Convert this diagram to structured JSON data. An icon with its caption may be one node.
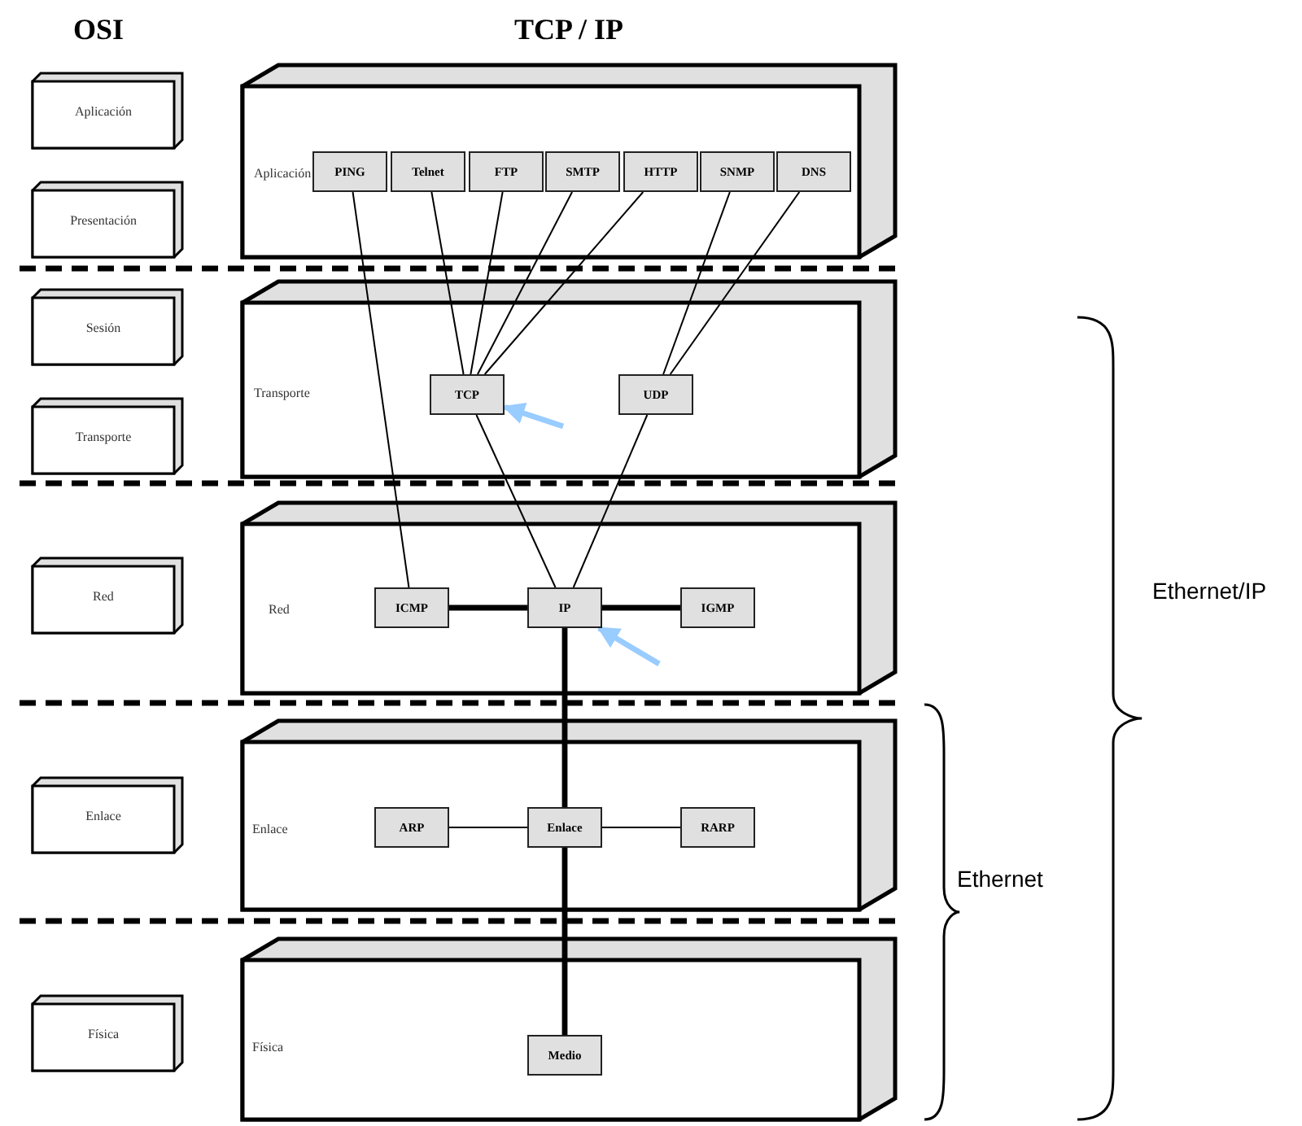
{
  "diagram": {
    "nodes": [
      {
        "text": [
          "Aplicación"
        ]
      },
      {
        "text": [
          "Presentación"
        ]
      },
      {
        "text": [
          "Sesión"
        ]
      },
      {
        "text": [
          "Transporte"
        ]
      },
      {
        "text": [
          "Red"
        ]
      },
      {
        "text": [
          "Enlace"
        ]
      },
      {
        "text": [
          "Física"
        ]
      },
      {
        "text": [
          "Aplicación"
        ]
      },
      {
        "text": [
          "PING"
        ],
        "in": 7
      },
      {
        "text": [
          "Telnet"
        ],
        "in": 7
      },
      {
        "text": [
          "FTP"
        ],
        "in": 7
      },
      {
        "text": [
          "SMTP"
        ],
        "in": 7
      },
      {
        "text": [
          "HTTP"
        ],
        "in": 7
      },
      {
        "text": [
          "SNMP"
        ],
        "in": 7
      },
      {
        "text": [
          "DNS"
        ],
        "in": 7
      },
      {
        "text": [
          "Transporte"
        ]
      },
      {
        "text": [
          "TCP"
        ],
        "in": 15
      },
      {
        "text": [
          "UDP"
        ],
        "in": 15
      },
      {
        "text": [
          "Red"
        ]
      },
      {
        "text": [
          "ICMP"
        ],
        "in": 18
      },
      {
        "text": [
          "IP"
        ],
        "in": 18
      },
      {
        "text": [
          "IGMP"
        ],
        "in": 18
      },
      {
        "text": [
          "Enlace"
        ]
      },
      {
        "text": [
          "ARP"
        ],
        "in": 22
      },
      {
        "text": [
          "Enlace"
        ],
        "in": 22
      },
      {
        "text": [
          "RARP"
        ],
        "in": 22
      },
      {
        "text": [
          "Física"
        ]
      },
      {
        "text": [
          "Medio"
        ],
        "in": 26
      }
    ],
    "edges": [
      {
        "from": 8,
        "to": 19,
        "arrow": "none"
      },
      {
        "from": 9,
        "to": 16,
        "arrow": "none"
      },
      {
        "from": 10,
        "to": 16,
        "arrow": "none"
      },
      {
        "from": 11,
        "to": 16,
        "arrow": "none"
      },
      {
        "from": 12,
        "to": 16,
        "arrow": "none"
      },
      {
        "from": 13,
        "to": 17,
        "arrow": "none"
      },
      {
        "from": 14,
        "to": 17,
        "arrow": "none"
      },
      {
        "from": 16,
        "to": 20,
        "arrow": "none"
      },
      {
        "from": 17,
        "to": 20,
        "arrow": "none"
      },
      {
        "from": 19,
        "to": 20,
        "arrow": "none",
        "style": "thick"
      },
      {
        "from": 20,
        "to": 21,
        "arrow": "none",
        "style": "thick"
      },
      {
        "from": 20,
        "to": 24,
        "arrow": "none",
        "style": "thick"
      },
      {
        "from": 23,
        "to": 24,
        "arrow": "none"
      },
      {
        "from": 24,
        "to": 25,
        "arrow": "none"
      },
      {
        "from": 24,
        "to": 27,
        "arrow": "none",
        "style": "thick"
      },
      {
        "from": null,
        "to": 16,
        "arrow": "to",
        "style": "thick",
        "color": "#99ccff"
      },
      {
        "from": null,
        "to": 20,
        "arrow": "to",
        "style": "thick",
        "color": "#99ccff"
      }
    ],
    "labels": [
      "OSI",
      "TCP / IP",
      "Ethernet/IP",
      "Ethernet"
    ]
  }
}
